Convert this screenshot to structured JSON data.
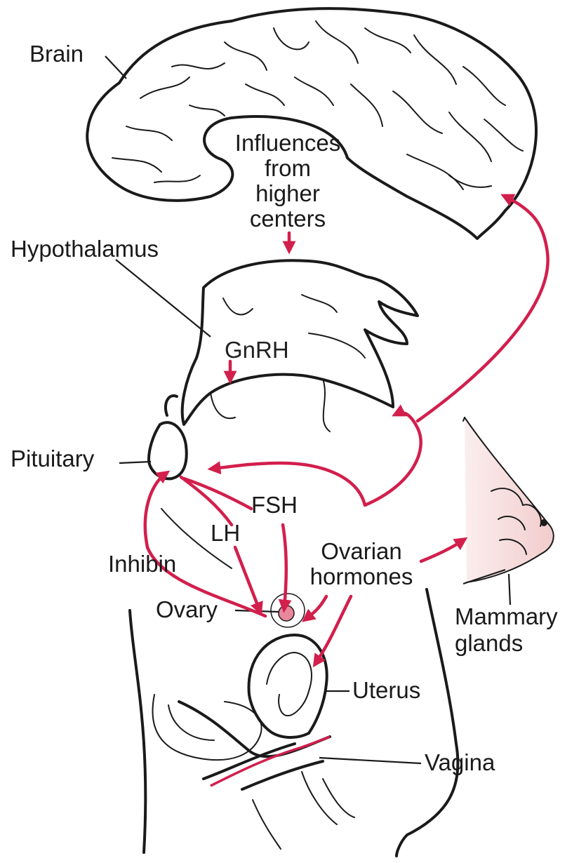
{
  "labels": {
    "brain": "Brain",
    "influences": [
      "Influences",
      "from",
      "higher",
      "centers"
    ],
    "hypothalamus": "Hypothalamus",
    "gnrh": "GnRH",
    "pituitary": "Pituitary",
    "lh": "LH",
    "fsh": "FSH",
    "inhibin": "Inhibin",
    "ovarian_hormones": [
      "Ovarian",
      "hormones"
    ],
    "mammary_glands": [
      "Mammary",
      "glands"
    ],
    "ovary": "Ovary",
    "uterus": "Uterus",
    "vagina": "Vagina"
  },
  "colors": {
    "outline": "#1a1a1a",
    "brain_fill": "#e6e6e6",
    "hypothalamus_fill": "#dcc3c3",
    "pituitary_fill": "#f0b6b6",
    "breast_fill": "#f7dede",
    "ovary_fill": "#e8889c",
    "uterus_fill": "#c9b4b4",
    "arrow": "#d21f4c"
  }
}
